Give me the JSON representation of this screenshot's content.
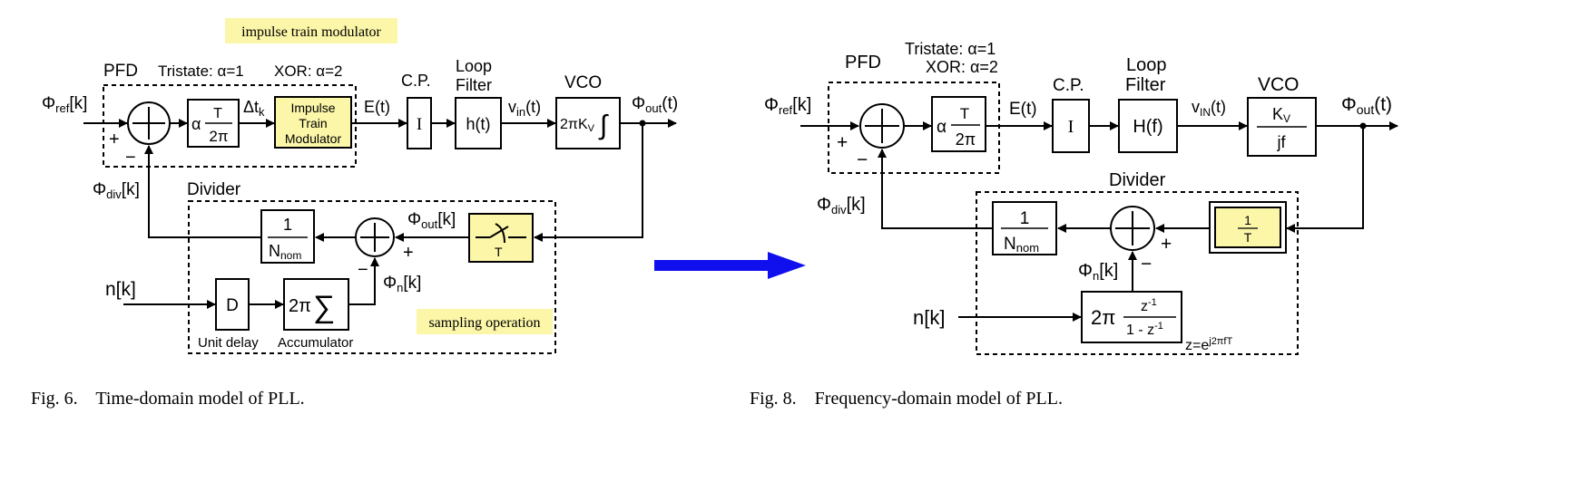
{
  "left": {
    "note_impulse": "impulse train modulator",
    "note_sampling": "sampling operation",
    "pfd_label": "PFD",
    "tristate": "Tristate: α=1",
    "xor": "XOR: α=2",
    "cp_label": "C.P.",
    "loop_label_1": "Loop",
    "loop_label_2": "Filter",
    "vco_label": "VCO",
    "phi": "Φ",
    "ref_sub": "ref",
    "idx_k": "[k]",
    "plus": "+",
    "minus": "−",
    "alpha": "α",
    "T": "T",
    "two_pi": "2π",
    "delta_t": "Δt",
    "delta_sub": "k",
    "itm_1": "Impulse",
    "itm_2": "Train",
    "itm_3": "Modulator",
    "e_t": "E(t)",
    "I": "I",
    "h_t": "h(t)",
    "v": "v",
    "in_sub": "in",
    "t_arg": "(t)",
    "two_pi_k": "2πK",
    "v_sub": "V",
    "integral": "∫",
    "out_sub": "out",
    "div_sub": "div",
    "divider_label": "Divider",
    "one": "1",
    "n_nom": "N",
    "nom_sub": "nom",
    "n_sub": "n",
    "n_k": "n[k]",
    "D": "D",
    "sigma": "∑",
    "unit_delay": "Unit delay",
    "accumulator": "Accumulator",
    "caption": "Fig. 6.    Time-domain model of PLL."
  },
  "right": {
    "pfd_label": "PFD",
    "tristate": "Tristate: α=1",
    "xor": "XOR: α=2",
    "cp_label": "C.P.",
    "loop_label_1": "Loop",
    "loop_label_2": "Filter",
    "vco_label": "VCO",
    "phi": "Φ",
    "ref_sub": "ref",
    "idx_k": "[k]",
    "plus": "+",
    "minus": "−",
    "alpha": "α",
    "T": "T",
    "two_pi": "2π",
    "e_t": "E(t)",
    "I": "I",
    "h_f": "H(f)",
    "v": "v",
    "in_sub": "IN",
    "t_arg": "(t)",
    "k": "K",
    "v_sub": "V",
    "jf": "jf",
    "out_sub": "out",
    "div_sub": "div",
    "divider_label": "Divider",
    "one": "1",
    "n_nom": "N",
    "nom_sub": "nom",
    "n_sub": "n",
    "n_k": "n[k]",
    "z_inv_num": "z",
    "z_inv_den": "1 - z",
    "exp_neg1": "-1",
    "z_eq": "z=e",
    "z_exp": "j2πfT",
    "caption": "Fig. 8.    Frequency-domain model of PLL."
  },
  "colors": {
    "highlight": "#fbf6a8",
    "arrow": "#1010ee"
  }
}
